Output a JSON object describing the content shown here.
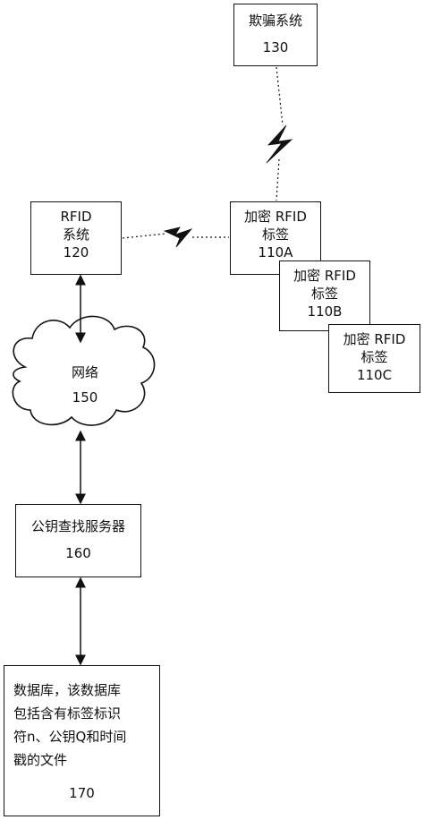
{
  "spoof_system": {
    "label": "欺骗系统",
    "number": "130"
  },
  "rfid_system": {
    "label_line1": "RFID",
    "label_line2": "系统",
    "number": "120"
  },
  "tag_a": {
    "label_line1": "加密 RFID",
    "label_line2": "标签",
    "number": "110A"
  },
  "tag_b": {
    "label_line1": "加密 RFID",
    "label_line2": "标签",
    "number": "110B"
  },
  "tag_c": {
    "label_line1": "加密 RFID",
    "label_line2": "标签",
    "number": "110C"
  },
  "network": {
    "label": "网络",
    "number": "150"
  },
  "key_server": {
    "label": "公钥查找服务器",
    "number": "160"
  },
  "database": {
    "lines": [
      "数据库，该数据库",
      "包括含有标签标识",
      "符n、公钥Q和时间",
      "戳的文件"
    ],
    "number": "170"
  },
  "colors": {
    "stroke": "#111111",
    "background": "#ffffff"
  },
  "icons": {
    "wireless_link": "lightning-bolt-icon"
  }
}
